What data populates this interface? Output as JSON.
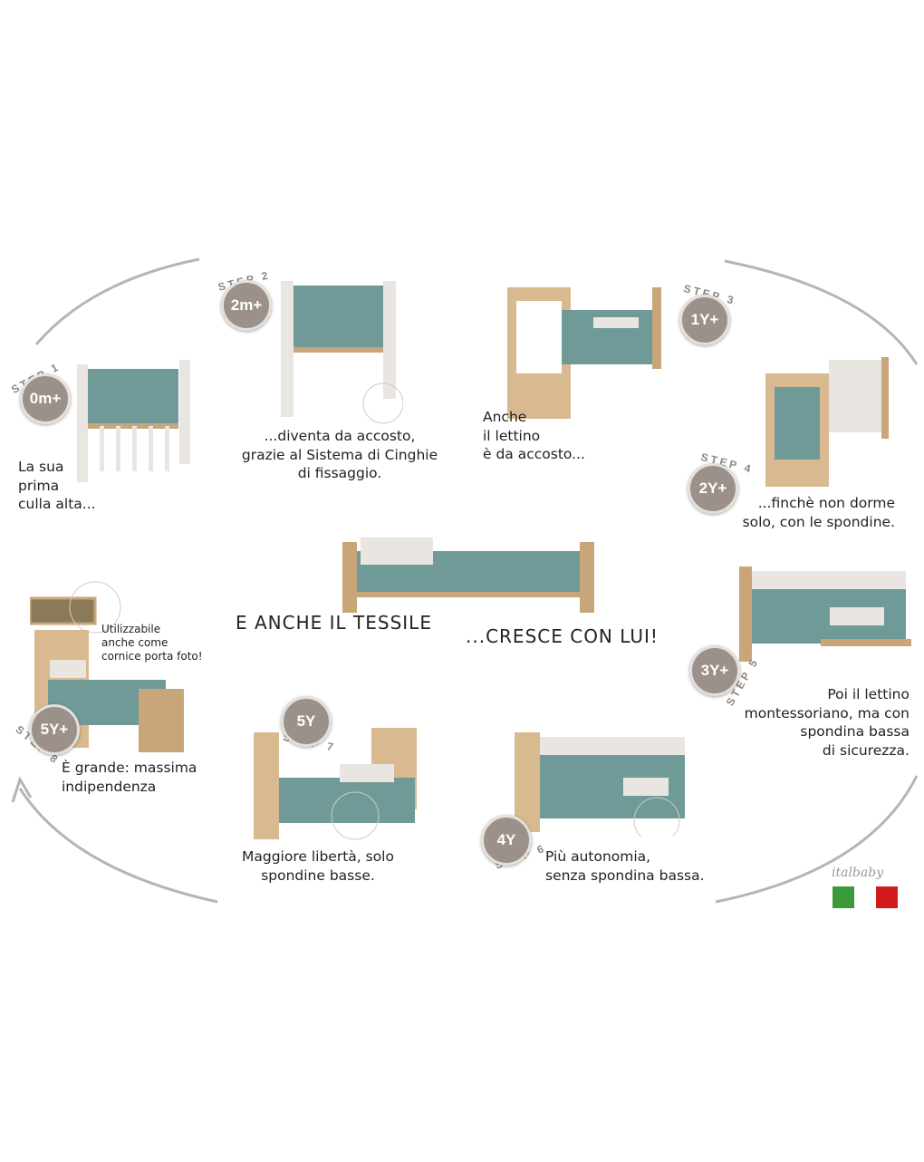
{
  "colors": {
    "badge": "#9c918a",
    "fabric": "#6f9a98",
    "wood": "#c9a57a",
    "white_frame": "#e9e6e2",
    "arc": "#b5b5b5",
    "flag_green": "#3a9a3a",
    "flag_red": "#d11a1a"
  },
  "steps": [
    {
      "step": "STEP 1",
      "age": "0m+",
      "caption": "La sua\nprima\nculla alta..."
    },
    {
      "step": "STEP 2",
      "age": "2m+",
      "caption": "...diventa da accosto,\ngrazie al Sistema di Cinghie\ndi fissaggio."
    },
    {
      "step": "STEP 3",
      "age": "1Y+",
      "caption": "Anche\nil lettino\nè da accosto..."
    },
    {
      "step": "STEP 4",
      "age": "2Y+",
      "caption": "...finchè non dorme\nsolo, con le spondine."
    },
    {
      "step": "STEP 5",
      "age": "3Y+",
      "caption": "Poi il lettino\nmontessoriano, ma con\nspondina bassa\ndi sicurezza."
    },
    {
      "step": "STEP 6",
      "age": "4Y",
      "caption": "Più autonomia,\nsenza spondina bassa."
    },
    {
      "step": "STEP 7",
      "age": "5Y",
      "caption": "Maggiore libertà, solo\nspondine basse."
    },
    {
      "step": "STEP 8",
      "age": "5Y+",
      "caption": "È grande: massima\nindipendenza"
    }
  ],
  "center": {
    "left_text": "E ANCHE IL TESSILE",
    "right_text": "...CRESCE CON LUI!"
  },
  "photo_note": "Utilizzabile\nanche come\ncornice porta foto!",
  "brand": {
    "logo_text": "italbaby"
  }
}
